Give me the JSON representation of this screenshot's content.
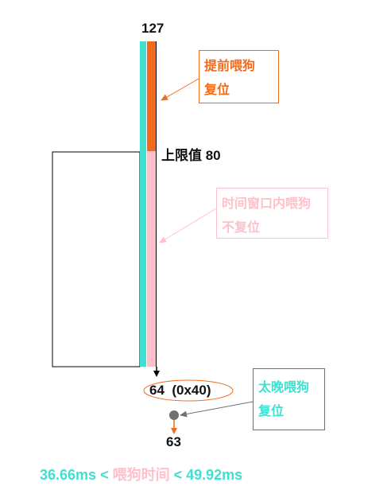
{
  "top_value": "127",
  "upper_limit_label": "上限值 80",
  "lower_value_label": "64  (0x40)",
  "bottom_value": "63",
  "callouts": {
    "early": {
      "line1": "提前喂狗",
      "line2": "复位"
    },
    "window": {
      "line1": "时间窗口内喂狗",
      "line2": "不复位"
    },
    "late": {
      "line1": "太晚喂狗",
      "line2": "复位"
    }
  },
  "formula": {
    "min": "36.66ms",
    "lt1": " < ",
    "label": "喂狗时间",
    "lt2": " < ",
    "max": "49.92ms"
  },
  "colors": {
    "counter_bar": "#40e0d0",
    "early_zone": "#f26b1d",
    "window_zone": "#ffc0cb",
    "late_arrow": "#707070",
    "formula_values": "#40e0d0",
    "formula_label": "#ffc0cb"
  }
}
